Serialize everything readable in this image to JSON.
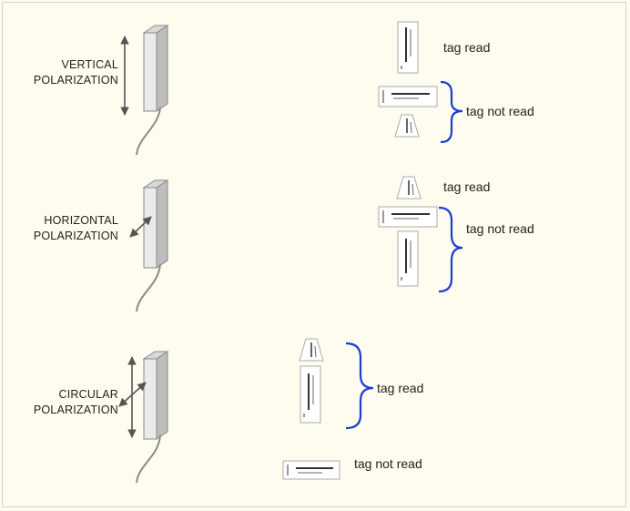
{
  "colors": {
    "background": "#fdfcee",
    "brace": "#1d3bd6",
    "antenna_front": "#ebebeb",
    "antenna_side": "#bdbdbd",
    "arrow": "#555555",
    "cable": "#8a8a8a"
  },
  "sections": [
    {
      "label_line1": "VERTICAL",
      "label_line2": "POLARIZATION",
      "arrows": "vertical",
      "results": {
        "read": "tag read",
        "not_read": "tag not read"
      }
    },
    {
      "label_line1": "HORIZONTAL",
      "label_line2": "POLARIZATION",
      "arrows": "horizontal",
      "results": {
        "read": "tag read",
        "not_read": "tag not read"
      }
    },
    {
      "label_line1": "CIRCULAR",
      "label_line2": "POLARIZATION",
      "arrows": "circular",
      "results": {
        "read": "tag read",
        "not_read": "tag not read"
      }
    }
  ],
  "tag_orientations": {
    "vertical_tag": "vertical",
    "horizontal_tag": "horizontal",
    "angled_tag": "angled"
  }
}
